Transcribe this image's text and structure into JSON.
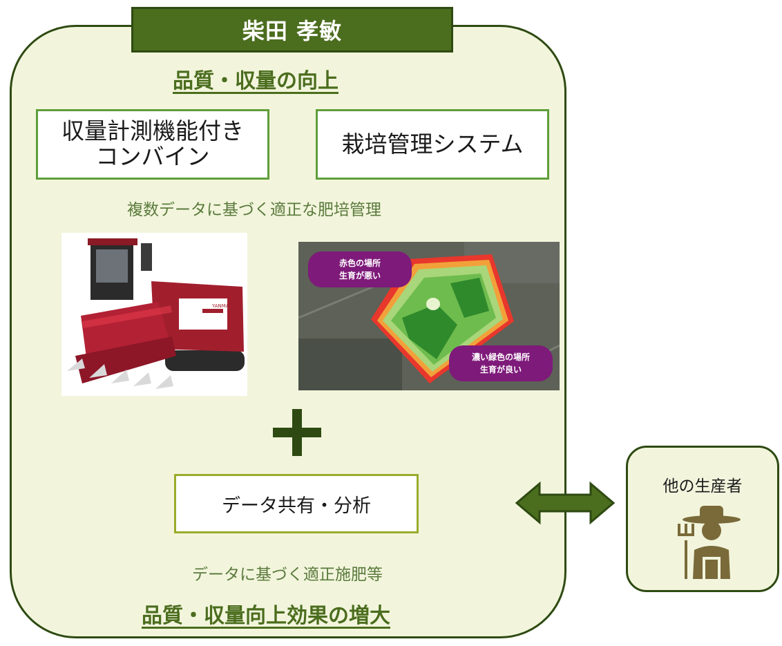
{
  "title": "柴田 孝敏",
  "headline_top": "品質・収量の向上",
  "tech": {
    "combine_line1": "収量計測機能付き",
    "combine_line2": "コンバイン",
    "system": "栽培管理システム"
  },
  "caption_top": "複数データに基づく適正な肥培管理",
  "map_callouts": {
    "red_line1": "赤色の場所",
    "red_line2": "生育が悪い",
    "green_line1": "濃い緑色の場所",
    "green_line2": "生育が良い"
  },
  "combine_brand": "YANMAR",
  "plus_symbol": "plus-icon",
  "share_box": "データ共有・分析",
  "caption_bottom": "データに基づく適正施肥等",
  "headline_bottom": "品質・収量向上効果の増大",
  "other_producers": "他の生産者",
  "icons": {
    "arrow": "double-arrow-icon",
    "farmer": "farmer-icon"
  },
  "colors": {
    "dark_green": "#2e4a12",
    "banner_green": "#4b6d1e",
    "panel_bg": "#f2f5dc",
    "box_border": "#5f9e3a",
    "share_border": "#9aab2b",
    "caption": "#5b7a3d",
    "callout": "#7e1a7a"
  }
}
